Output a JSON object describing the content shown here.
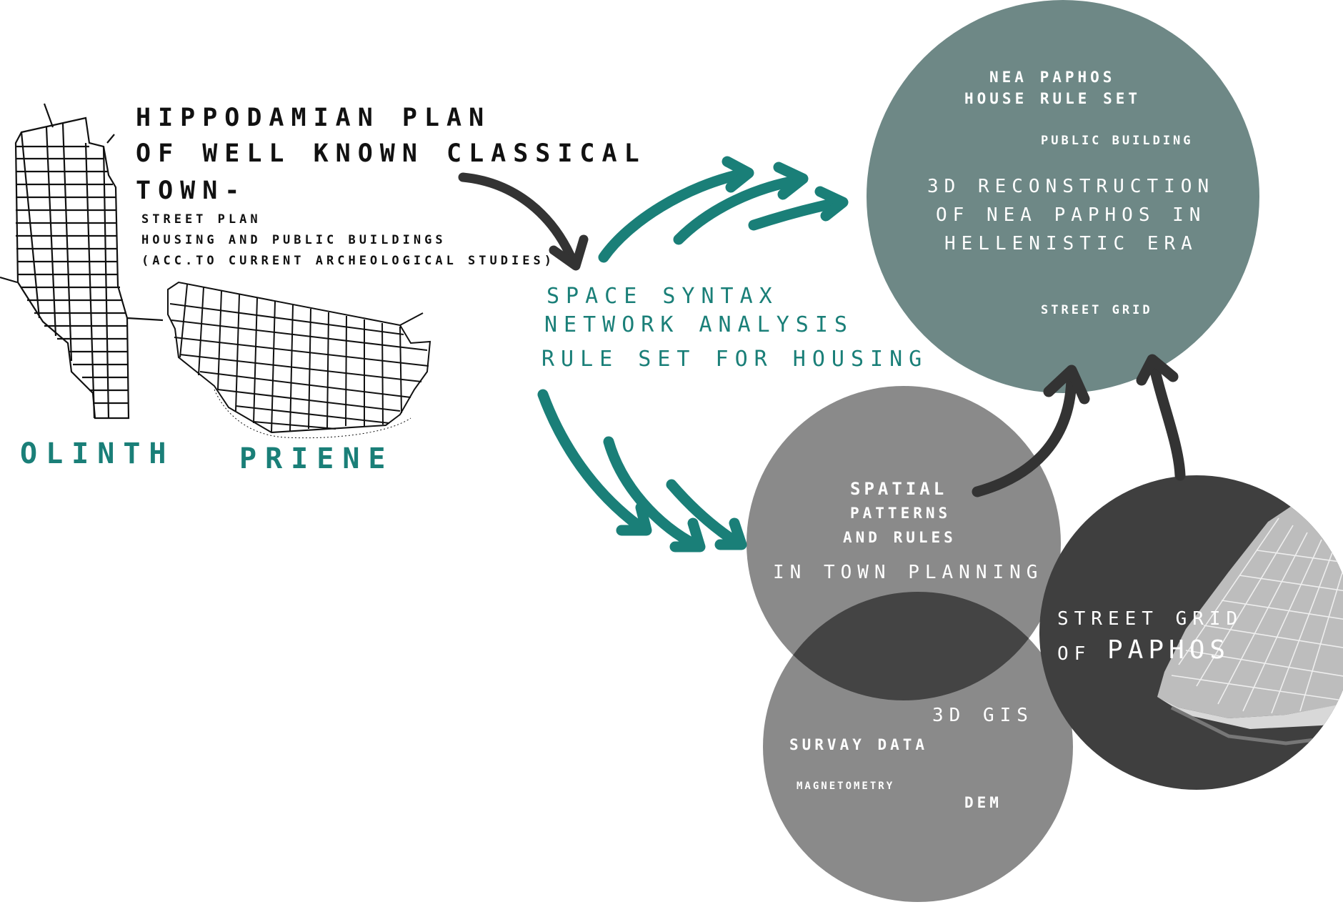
{
  "source": {
    "title_lines": [
      "HIPPODAMIAN PLAN",
      "OF WELL KNOWN CLASSICAL",
      "TOWN-"
    ],
    "detail_lines": [
      "STREET PLAN",
      "HOUSING AND PUBLIC BUILDINGS",
      "(ACC.TO CURRENT ARCHEOLOGICAL STUDIES)"
    ],
    "town_labels": [
      "OLINTH",
      "PRIENE"
    ]
  },
  "analysis": {
    "lines": [
      "SPACE SYNTAX",
      "NETWORK ANALYSIS",
      "RULE SET FOR HOUSING"
    ]
  },
  "reconstruction_circle": {
    "top_lines": [
      "NEA PAPHOS",
      "HOUSE RULE SET"
    ],
    "public_building": "PUBLIC BUILDING",
    "main_lines": [
      "3D RECONSTRUCTION",
      "OF NEA PAPHOS IN",
      "HELLENISTIC ERA"
    ],
    "street_grid": "STREET GRID"
  },
  "patterns_circle": {
    "lines": [
      "SPATIAL",
      "PATTERNS",
      "AND RULES"
    ],
    "bottom": "IN TOWN PLANNING"
  },
  "gis_circle": {
    "title": "3D GIS",
    "survey": "SURVAY DATA",
    "magnetometry": "MAGNETOMETRY",
    "dem": "DEM"
  },
  "paphos_circle": {
    "line1": "STREET GRID",
    "line2_prefix": "OF",
    "line2_main": "PAPHOS"
  },
  "colors": {
    "teal": "#1a7f78",
    "reconstruction_fill": "#6e8886",
    "grey_circle": "#8a8a8a",
    "dark_circle": "#3f3f3f",
    "arrow_dark": "#333333"
  }
}
